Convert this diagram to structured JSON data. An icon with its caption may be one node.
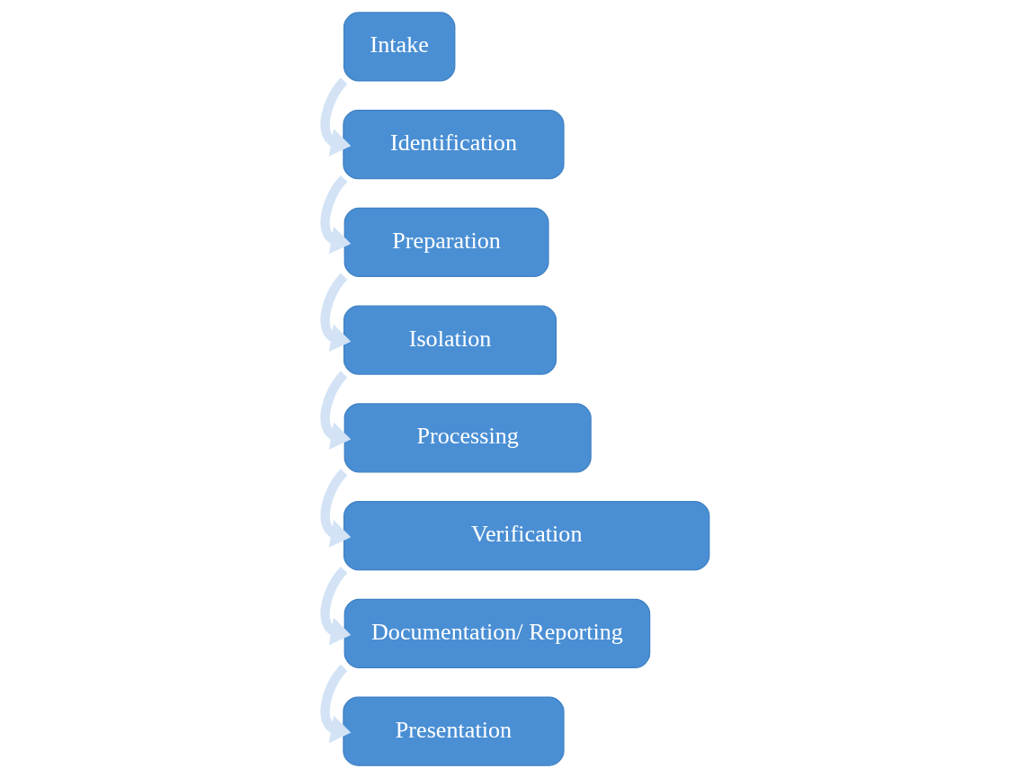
{
  "diagram": {
    "nodes": [
      {
        "text": [
          "Intake"
        ]
      },
      {
        "text": [
          "Identification"
        ]
      },
      {
        "text": [
          "Preparation"
        ]
      },
      {
        "text": [
          "Isolation"
        ]
      },
      {
        "text": [
          "Processing"
        ]
      },
      {
        "text": [
          "Verification"
        ]
      },
      {
        "text": [
          "Documentation/ Reporting"
        ]
      },
      {
        "text": [
          "Presentation"
        ]
      }
    ],
    "edges": [
      {
        "from": 0,
        "to": 1,
        "arrow": "to"
      },
      {
        "from": 1,
        "to": 2,
        "arrow": "to"
      },
      {
        "from": 2,
        "to": 3,
        "arrow": "to"
      },
      {
        "from": 3,
        "to": 4,
        "arrow": "to"
      },
      {
        "from": 4,
        "to": 5,
        "arrow": "to"
      },
      {
        "from": 5,
        "to": 6,
        "arrow": "to"
      },
      {
        "from": 6,
        "to": 7,
        "arrow": "to"
      }
    ]
  }
}
